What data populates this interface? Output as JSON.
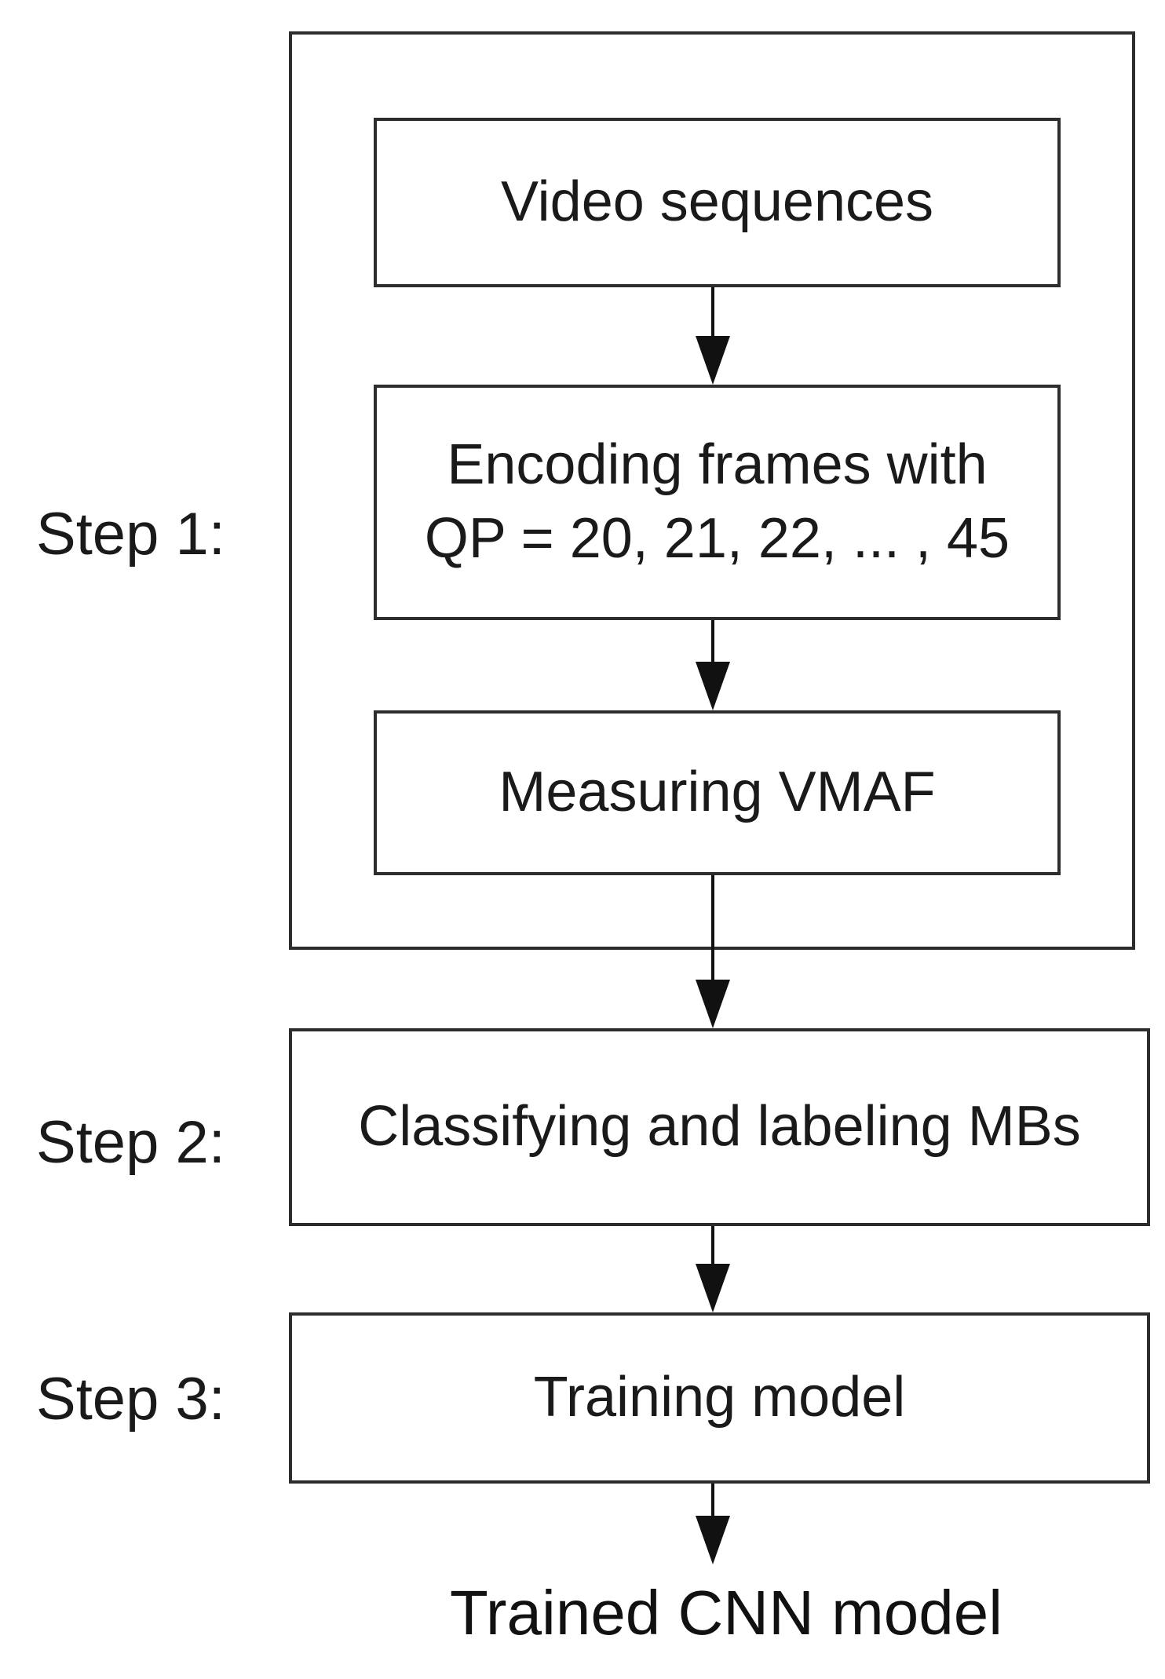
{
  "diagram": {
    "type": "flowchart",
    "step_labels": [
      "Step 1:",
      "Step 2:",
      "Step 3:"
    ],
    "nodes": {
      "video": {
        "label": "Video sequences"
      },
      "encoding": {
        "line1": "Encoding frames with",
        "line2": "QP = 20, 21, 22, ... , 45"
      },
      "measuring": {
        "label": "Measuring VMAF"
      },
      "classifying": {
        "label": "Classifying and labeling MBs"
      },
      "training": {
        "label": "Training model"
      },
      "output": {
        "label": "Trained CNN model"
      }
    },
    "colors": {
      "background": "#ffffff",
      "border": "#2d2d2d",
      "text": "#1a1a1a",
      "arrow": "#111111"
    }
  }
}
